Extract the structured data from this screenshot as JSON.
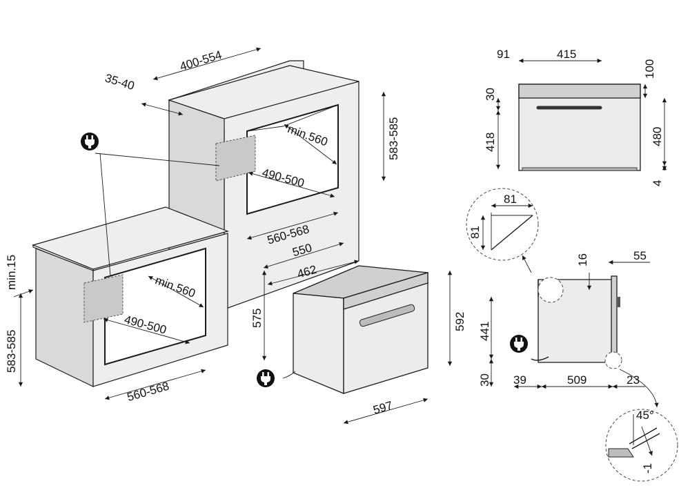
{
  "dimensions": {
    "tall_depth": "400-554",
    "tall_gap": "35-40",
    "tall_height": "583-585",
    "tall_depth_min": "min.560",
    "tall_width_inner": "490-500",
    "tall_width": "560-568",
    "under_min": "min.15",
    "under_height": "583-585",
    "under_depth_min": "min.560",
    "under_width_inner": "490-500",
    "under_width": "560-568",
    "oven_depth": "550",
    "oven_body_depth": "462",
    "oven_height_side": "575",
    "oven_height": "592",
    "oven_width": "597",
    "side_91": "91",
    "side_415": "415",
    "side_100": "100",
    "side_30": "30",
    "side_418": "418",
    "side_480": "480",
    "side_4": "4",
    "detail_81_h": "81",
    "detail_81_v": "81",
    "section_16": "16",
    "section_55": "55",
    "section_441": "441",
    "section_30": "30",
    "section_39": "39",
    "section_509": "509",
    "section_23": "23",
    "detail_45": "45°",
    "detail_minus1": "-1"
  },
  "icons": {
    "power_plug": "plug-icon"
  }
}
